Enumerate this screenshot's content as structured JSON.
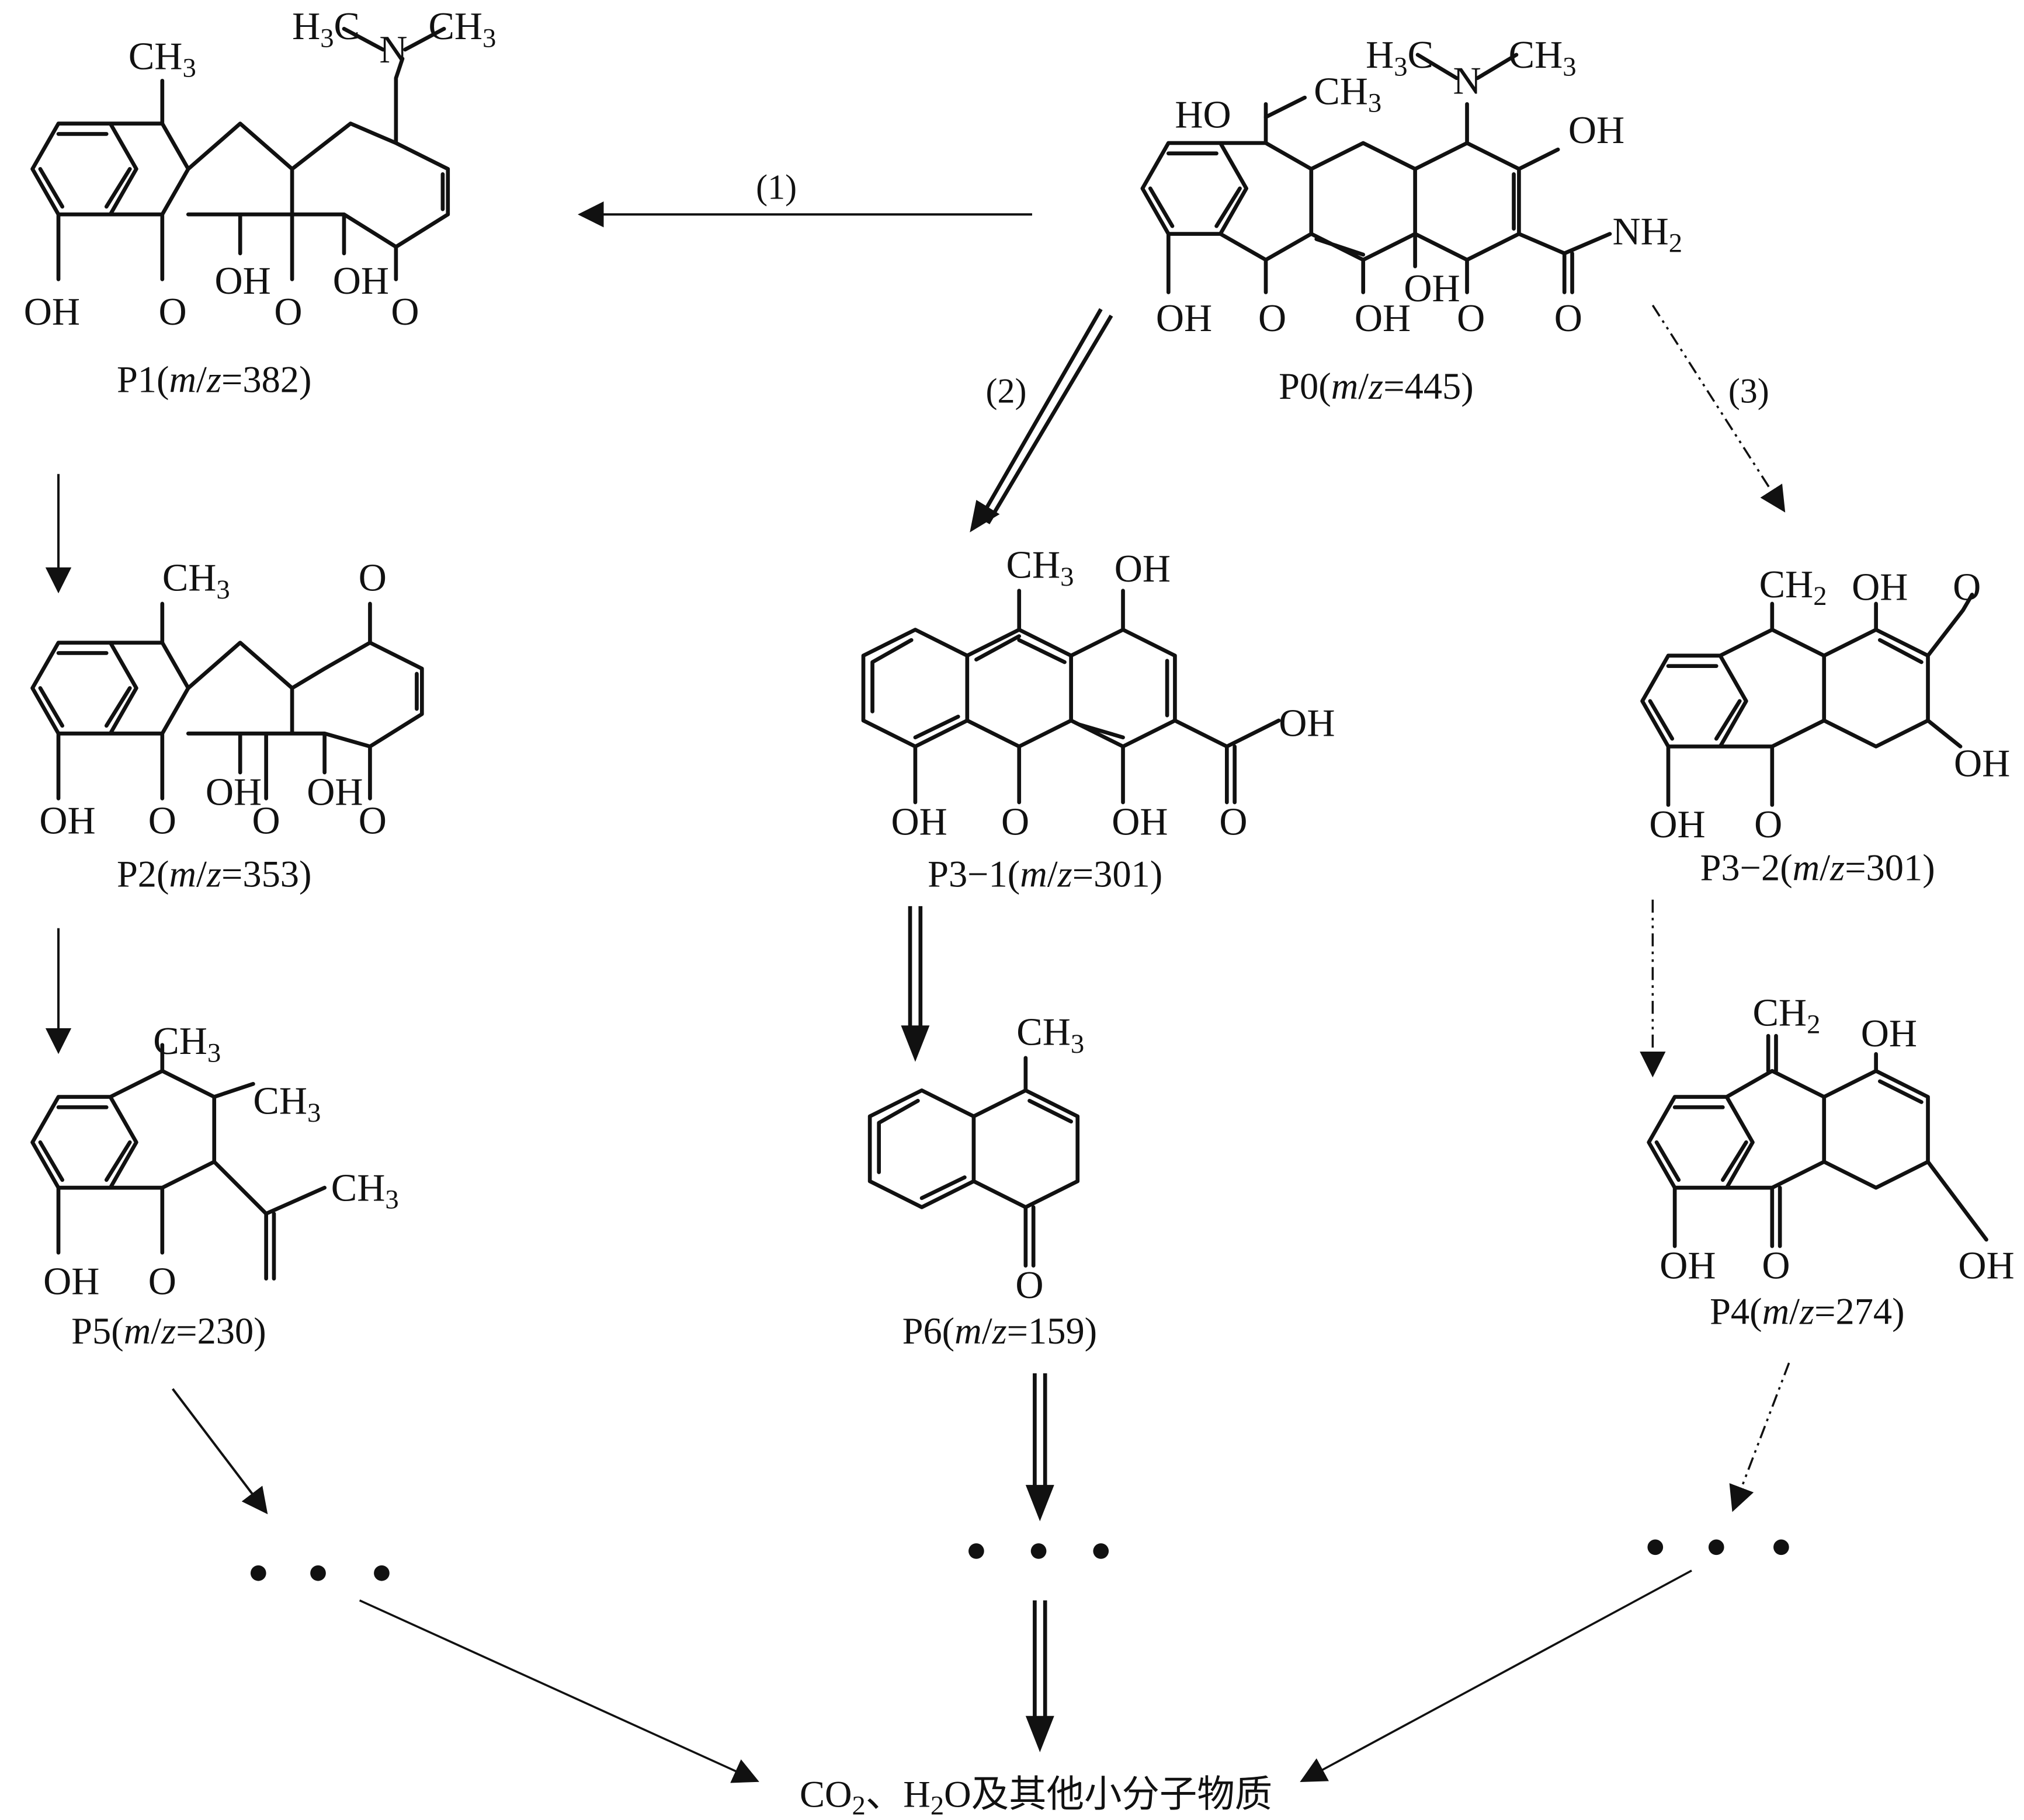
{
  "compounds": {
    "p0": {
      "id": "P0",
      "mz": "445"
    },
    "p1": {
      "id": "P1",
      "mz": "382"
    },
    "p2": {
      "id": "P2",
      "mz": "353"
    },
    "p3_1": {
      "id": "P3−1",
      "mz": "301"
    },
    "p3_2": {
      "id": "P3−2",
      "mz": "301"
    },
    "p4": {
      "id": "P4",
      "mz": "274"
    },
    "p5": {
      "id": "P5",
      "mz": "230"
    },
    "p6": {
      "id": "P6",
      "mz": "159"
    }
  },
  "caption_parts": {
    "mz_prefix": "m",
    "mz_slash": "/",
    "mz_z": "z",
    "equals": "="
  },
  "pathways": [
    "(1)",
    "(2)",
    "(3)"
  ],
  "atoms": {
    "CH3": "CH",
    "CH2": "CH",
    "H3C": "H",
    "NH2": "NH",
    "N": "N",
    "OH": "OH",
    "HO": "HO",
    "O": "O",
    "sub2": "2",
    "sub3": "3"
  },
  "final": {
    "co": "CO",
    "sub2": "2",
    "sep": "、",
    "h": "H",
    "sub2b": "2",
    "rest": "O及其他小分子物质"
  }
}
